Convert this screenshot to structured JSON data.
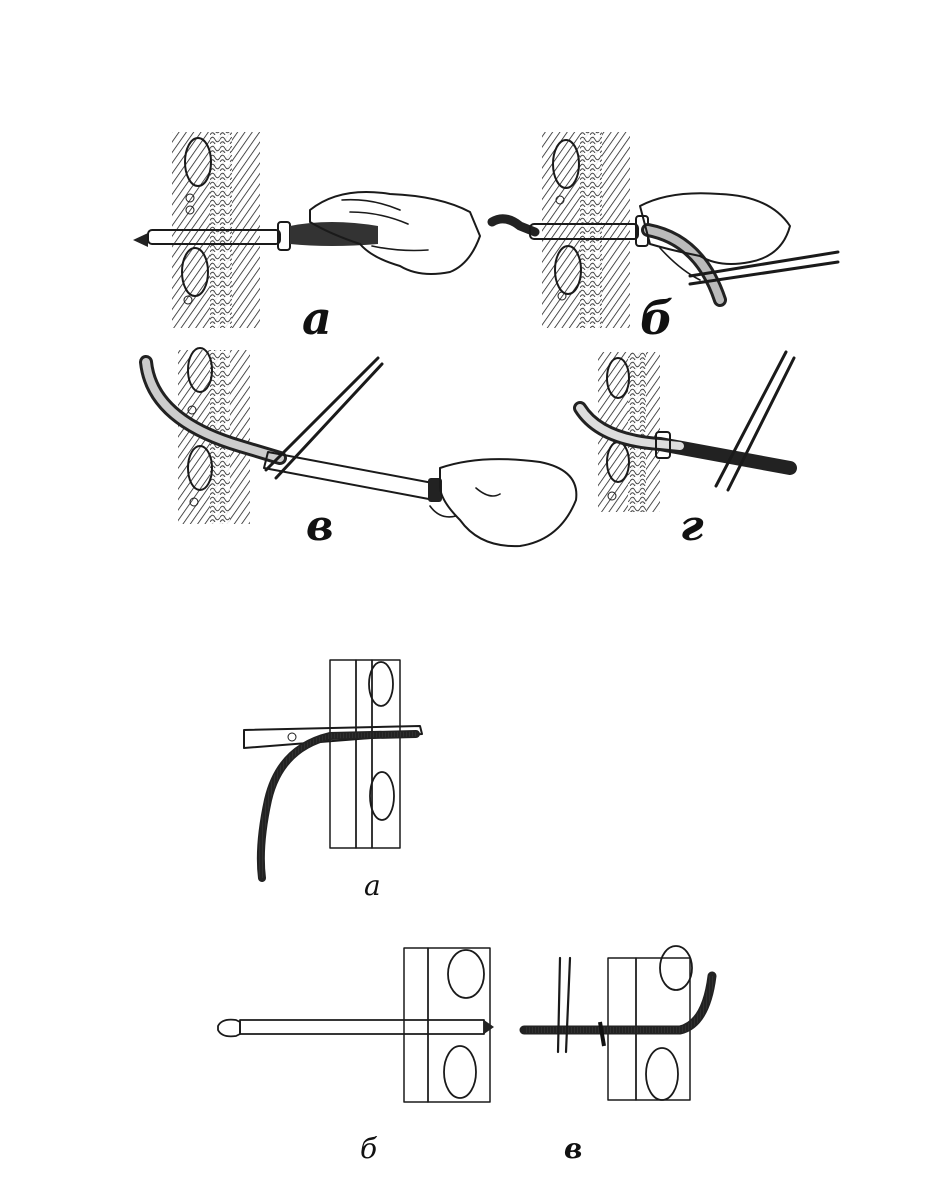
{
  "figure1": {
    "panels": [
      {
        "label": "а"
      },
      {
        "label": "б"
      },
      {
        "label": "в"
      },
      {
        "label": "г"
      }
    ]
  },
  "figure2": {
    "panels": [
      {
        "label": "а"
      },
      {
        "label": "б"
      },
      {
        "label": "в"
      }
    ]
  },
  "colors": {
    "ink": "#1a1a1a",
    "wall_fill": "#e8e8e8",
    "tube_fill": "#cfcfcf"
  }
}
